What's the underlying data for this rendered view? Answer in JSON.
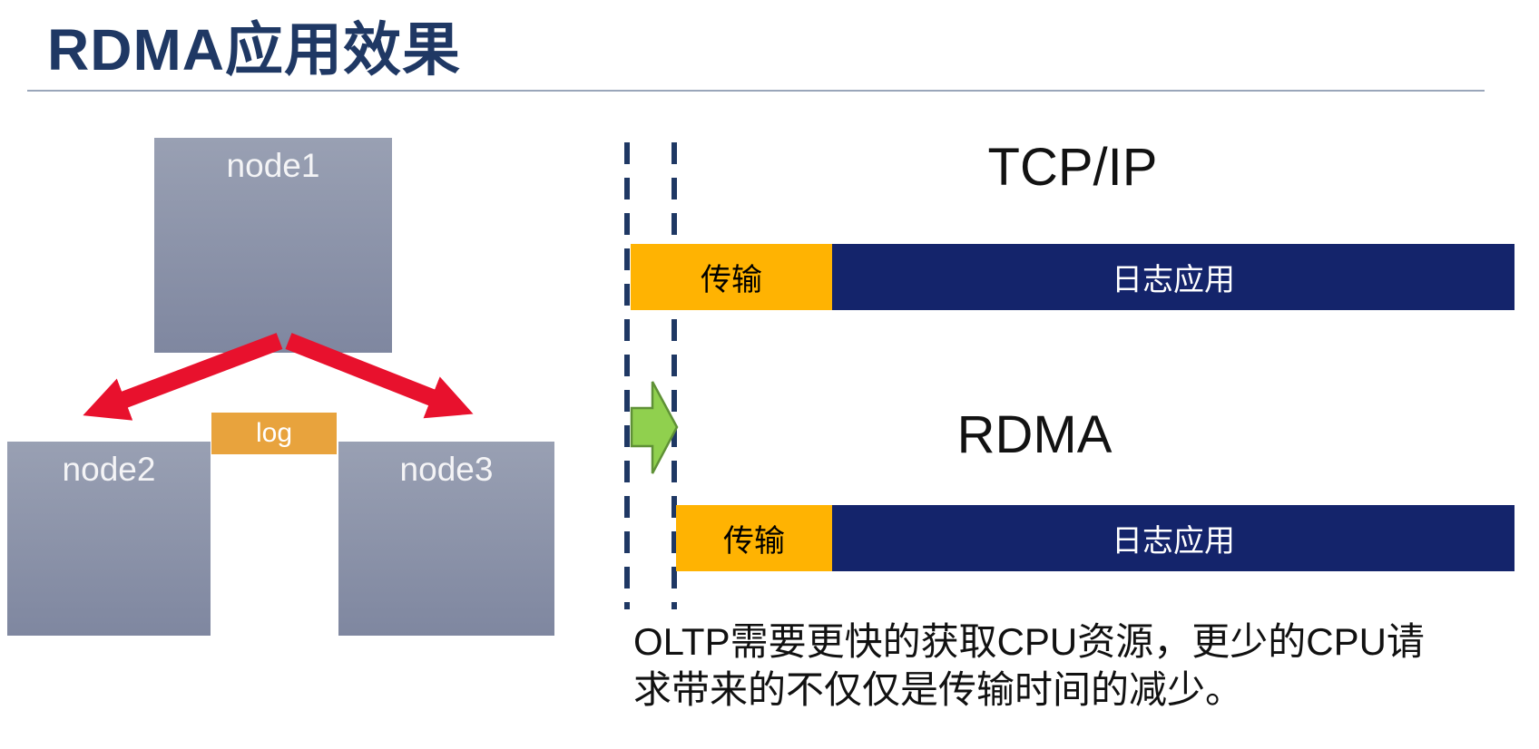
{
  "slide": {
    "title": "RDMA应用效果"
  },
  "cluster": {
    "node1_label": "node1",
    "node2_label": "node2",
    "node3_label": "node3",
    "log_label": "log"
  },
  "comparison": {
    "tcpip": {
      "heading": "TCP/IP",
      "transfer_label": "传输",
      "app_label": "日志应用"
    },
    "rdma": {
      "heading": "RDMA",
      "transfer_label": "传输",
      "app_label": "日志应用"
    },
    "caption_lines": [
      "OLTP需要更快的获取CPU资源，更少的CPU请",
      "求带来的不仅仅是传输时间的减少。"
    ]
  },
  "colors": {
    "title_navy": "#1F3864",
    "bar_navy": "#14246B",
    "bar_orange": "#FFB302",
    "log_orange": "#E8A33D",
    "node_fill": "#8A92A8",
    "arrow_red": "#E8112D",
    "improvement_green": "#90D04E",
    "dashed_line_navy": "#1F3864"
  }
}
